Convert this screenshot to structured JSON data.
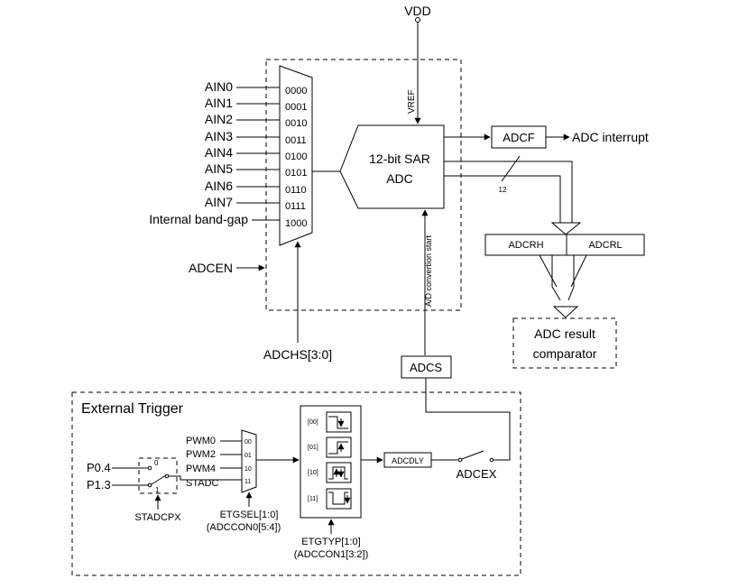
{
  "labels": {
    "vdd": "VDD",
    "vref": "VREF",
    "ain": [
      "AIN0",
      "AIN1",
      "AIN2",
      "AIN3",
      "AIN4",
      "AIN5",
      "AIN6",
      "AIN7",
      "Internal band-gap"
    ],
    "mux_codes": [
      "0000",
      "0001",
      "0010",
      "0011",
      "0100",
      "0101",
      "0110",
      "0111",
      "1000"
    ],
    "adcen": "ADCEN",
    "adchs": "ADCHS[3:0]",
    "sar_line1": "12-bit SAR",
    "sar_line2": "ADC",
    "adcf": "ADCF",
    "adc_interrupt": "ADC interrupt",
    "bus_width": "12",
    "adcrh": "ADCRH",
    "adcrl": "ADCRL",
    "comparator_line1": "ADC result",
    "comparator_line2": "comparator",
    "conversion_start": "A/D convertion start",
    "adcs": "ADCS",
    "external_trigger": "External Trigger",
    "p04": "P0.4",
    "p13": "P1.3",
    "stadcpx": "STADCPX",
    "sw_0": "0",
    "sw_1": "1",
    "pwm0": "PWM0",
    "pwm2": "PWM2",
    "pwm4": "PWM4",
    "stadc": "STADC",
    "etg_codes": [
      "00",
      "01",
      "10",
      "11"
    ],
    "etgsel": "ETGSEL[1:0]",
    "adccon0": "(ADCCON0[5:4])",
    "etgtyp_codes": [
      "[00]",
      "[01]",
      "[10]",
      "[11]"
    ],
    "etgtyp": "ETGTYP[1:0]",
    "adccon1": "(ADCCON1[3:2])",
    "adcdly": "ADCDLY",
    "adcex": "ADCEX"
  }
}
